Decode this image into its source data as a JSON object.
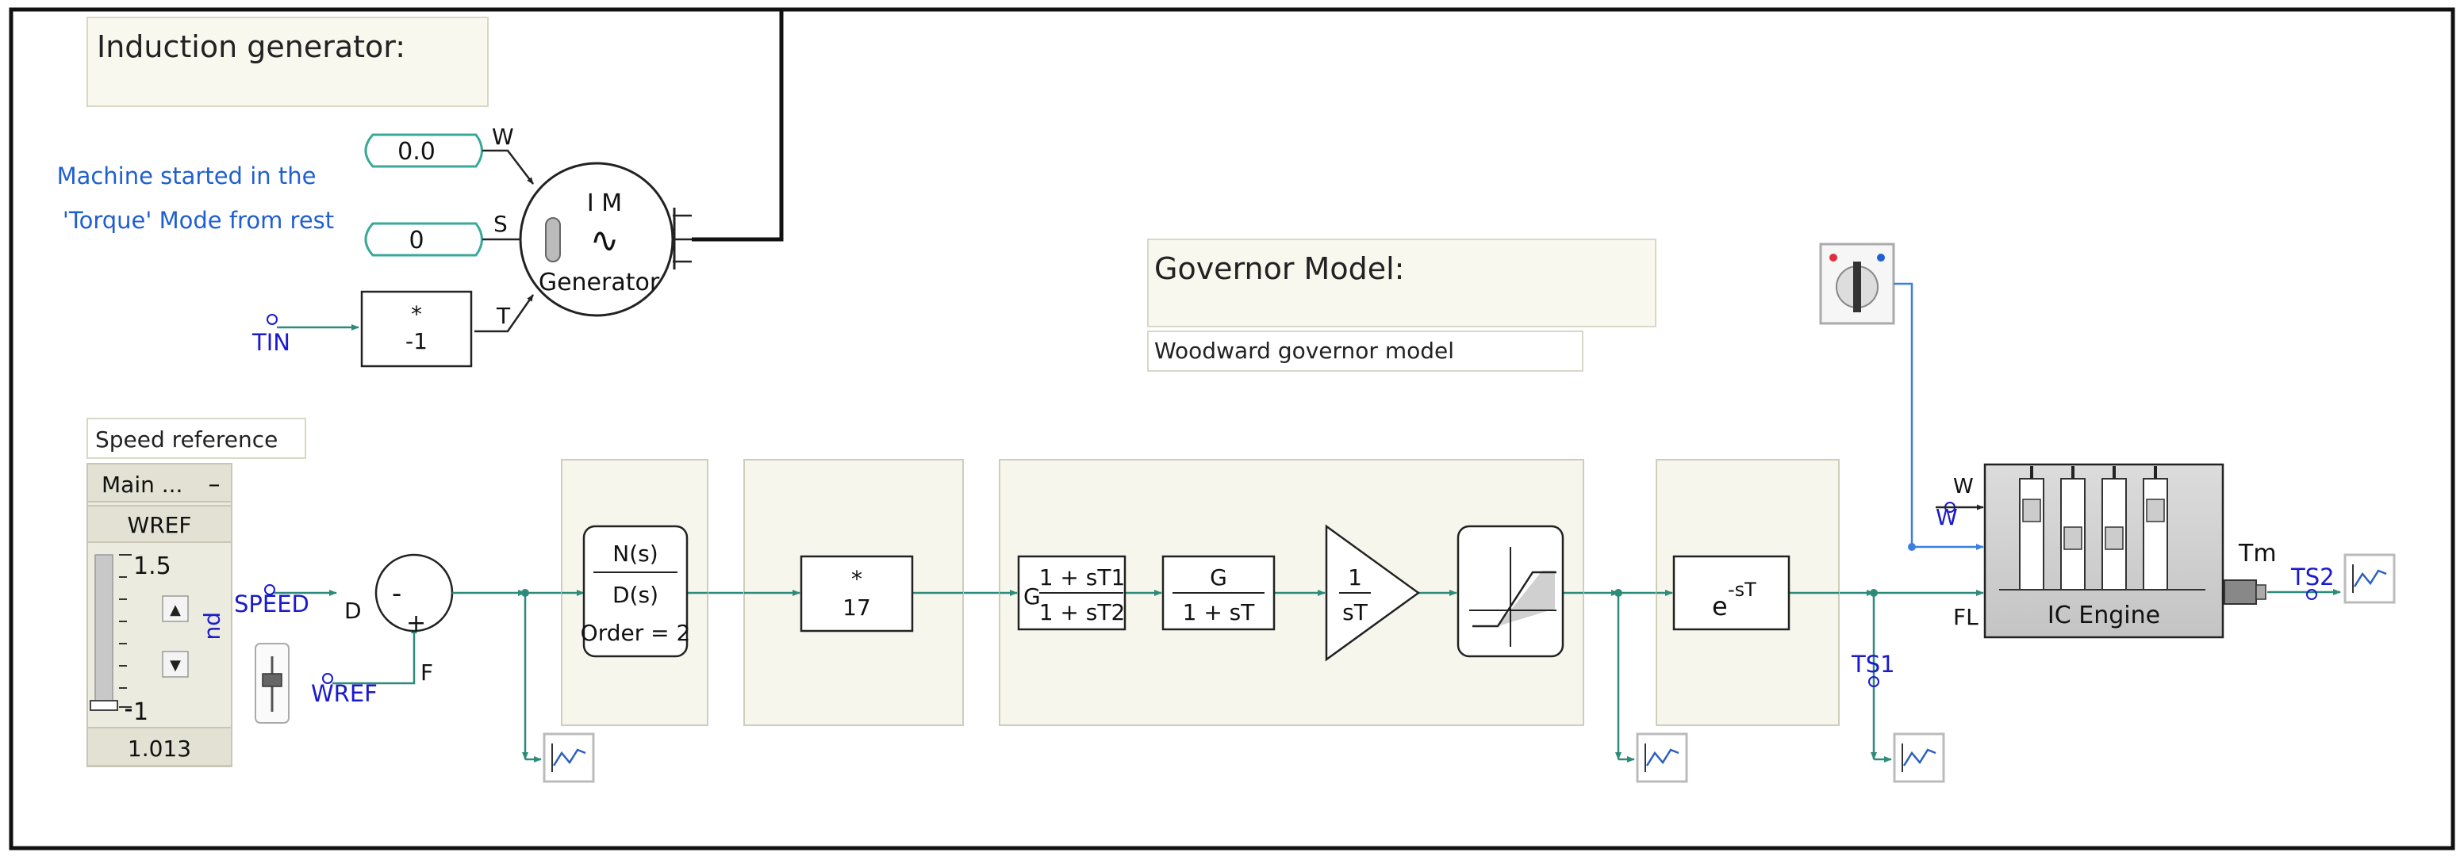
{
  "labels": {
    "induction_title": "Induction generator:",
    "note_line1": "Machine started in the",
    "note_line2": "'Torque' Mode from rest",
    "governor_title": "Governor Model:",
    "governor_subtitle": "Woodward governor model",
    "speed_reference": "Speed reference"
  },
  "sources": {
    "w_value": "0.0",
    "s_value": "0"
  },
  "machine": {
    "line1": "I M",
    "symbol": "∿",
    "line2": "Generator",
    "port_w": "W",
    "port_s": "S",
    "port_t": "T"
  },
  "gain_neg": {
    "op": "*",
    "value": "-1"
  },
  "signals": {
    "tin": "TIN",
    "speed": "SPEED",
    "wref": "WREF",
    "ts1": "TS1",
    "ts2": "TS2",
    "w": "W"
  },
  "slider_panel": {
    "header": "Main ...",
    "minimize": "–",
    "name": "WREF",
    "max": "1.5",
    "min": "1",
    "unit": "pu",
    "value": "1.013",
    "up": "▲",
    "down": "▼"
  },
  "summer": {
    "minus": "-",
    "plus": "+",
    "d": "D",
    "f": "F"
  },
  "transfer_fn": {
    "num": "N(s)",
    "den": "D(s)",
    "order": "Order = 2"
  },
  "gain17": {
    "op": "*",
    "value": "17"
  },
  "lead_lag": {
    "g": "G",
    "num": "1 + sT1",
    "den": "1 + sT2"
  },
  "lag": {
    "num": "G",
    "den": "1 + sT"
  },
  "integrator": {
    "num": "1",
    "den": "sT"
  },
  "delay": {
    "base": "e",
    "exp": "-sT"
  },
  "engine": {
    "label": "IC Engine",
    "port_w": "W",
    "port_fl": "FL",
    "output": "Tm"
  },
  "colors": {
    "wire": "#2e8b7a",
    "signal_text": "#1a1acc",
    "note_text": "#1f5fd0",
    "panel_fill": "#f7f6ec",
    "panel_border": "#cfcdbd",
    "source_border": "#3aa89a",
    "switch_wire": "#3d7fe0"
  }
}
